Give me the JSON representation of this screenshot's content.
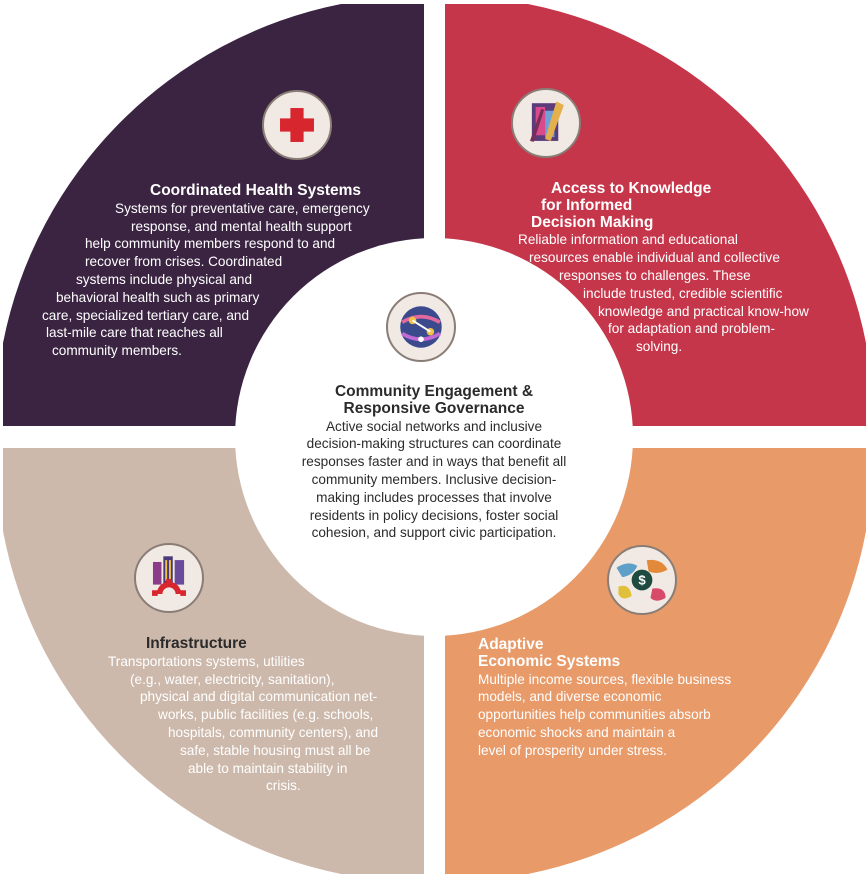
{
  "colors": {
    "health": "#3b2442",
    "knowledge": "#c6364a",
    "infrastructure": "#cdb9ab",
    "economic": "#e89a69",
    "center": "#ffffff",
    "center_text": "#2b2b2b"
  },
  "center": {
    "icon": "globe-network-icon",
    "title_lines": [
      "Community Engagement &",
      "Responsive Governance"
    ],
    "body_lines": [
      "Active social networks and inclusive",
      "decision-making structures can coordinate",
      "responses faster and in ways that benefit all",
      "community members. Inclusive decision-",
      "making includes processes that involve",
      "residents in policy decisions, foster social",
      "cohesion, and support civic participation."
    ]
  },
  "quadrants": {
    "health": {
      "icon": "red-cross-icon",
      "title_lines": [
        "Coordinated Health Systems"
      ],
      "body_lines": [
        "Systems for preventative care, emergency",
        "response, and mental health support",
        "help community members respond to and",
        "recover from crises. Coordinated",
        "systems include physical and",
        "behavioral health such as primary",
        "care, specialized tertiary care, and",
        "last-mile care that reaches all",
        "community members."
      ]
    },
    "knowledge": {
      "icon": "art-supplies-icon",
      "title_lines": [
        "Access to Knowledge",
        "for Informed",
        "Decision Making"
      ],
      "body_lines": [
        "Reliable information and educational",
        "resources enable individual and collective",
        "responses to challenges. These",
        "include trusted, credible scientific",
        "knowledge and practical know-how",
        "for adaptation and  problem-",
        "solving."
      ]
    },
    "infrastructure": {
      "icon": "city-gear-icon",
      "title_lines": [
        "Infrastructure"
      ],
      "body_lines": [
        "Transportations systems, utilities",
        "(e.g., water, electricity, sanitation),",
        "physical and digital communication net-",
        "works, public facilities (e.g. schools,",
        "hospitals, community centers), and",
        "safe, stable housing must all be",
        "able to maintain stability in",
        "crisis."
      ]
    },
    "economic": {
      "icon": "world-dollar-icon",
      "title_lines": [
        "Adaptive",
        "Economic Systems"
      ],
      "body_lines": [
        "Multiple income sources, flexible business",
        "models, and diverse economic",
        "opportunities help communities absorb",
        "economic shocks and maintain a",
        "level of prosperity under stress."
      ]
    }
  }
}
